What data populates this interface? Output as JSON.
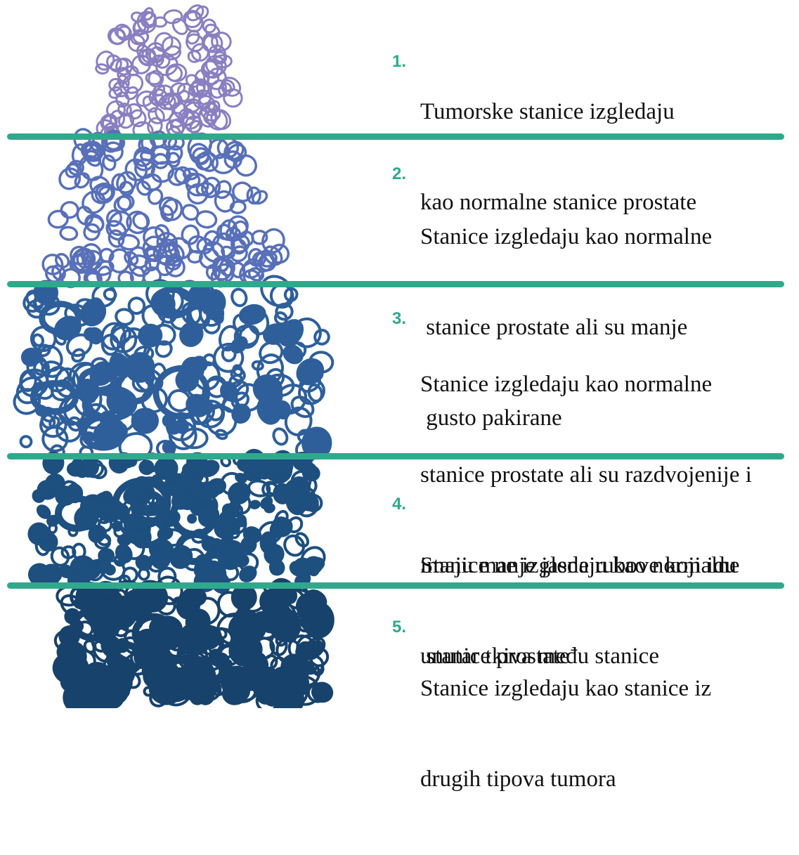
{
  "colors": {
    "accent": "#2fa98c",
    "text": "#111111",
    "grade_tints": [
      "#8a7fc0",
      "#5870b8",
      "#2e5f9a",
      "#1d4f7f",
      "#17426b"
    ]
  },
  "grades": [
    {
      "number": "1.",
      "lines": [
        "Tumorske stanice izgledaju",
        "kao normalne stanice prostate"
      ]
    },
    {
      "number": "2.",
      "lines": [
        "Stanice izgledaju kao normalne",
        " stanice prostate ali su manje",
        " gusto pakirane"
      ]
    },
    {
      "number": "3.",
      "lines": [
        "Stanice izgledaju kao normalne",
        "stanice prostate ali su razdvojenije i",
        "imaju manje jasne rubove koji idu",
        "unutar tkiva među stanice"
      ]
    },
    {
      "number": "4.",
      "lines": [
        "Stanice ne izgledaju kao normalne",
        " stanice prostate"
      ]
    },
    {
      "number": "5.",
      "lines": [
        "Stanice izgledaju kao stanice iz",
        "drugih tipova tumora"
      ]
    }
  ]
}
